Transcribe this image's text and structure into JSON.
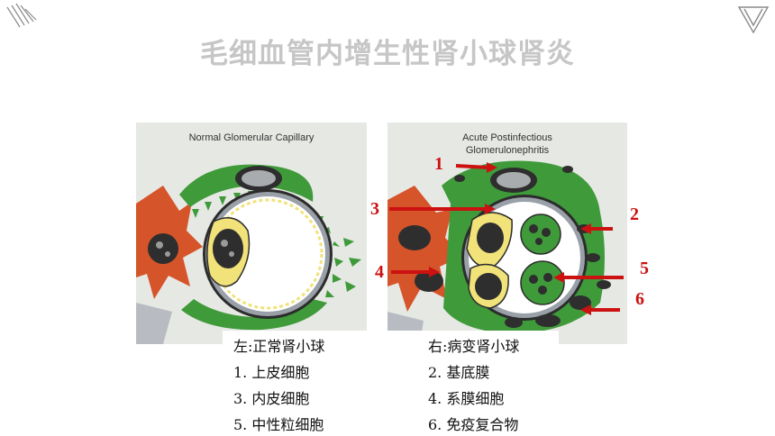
{
  "slide": {
    "title": "毛细血管内增生性肾小球肾炎"
  },
  "figure_left": {
    "caption_line1": "Normal Glomerular Capillary"
  },
  "figure_right": {
    "caption_line1": "Acute Postinfectious",
    "caption_line2": "Glomerulonephritis",
    "callouts": [
      "1",
      "2",
      "3",
      "4",
      "5",
      "6"
    ]
  },
  "legend": {
    "rows": [
      [
        "左:正常肾小球",
        "右:病变肾小球"
      ],
      [
        "1. 上皮细胞",
        "2. 基底膜"
      ],
      [
        "3. 内皮细胞",
        "4. 系膜细胞"
      ],
      [
        "5. 中性粒细胞",
        "6. 免疫复合物"
      ]
    ]
  },
  "colors": {
    "title": "#c6c6c6",
    "epithelium": "#3f9a3a",
    "mesangium": "#d6542a",
    "endothelium": "#f1e27a",
    "basement": "#9aa0a8",
    "arrow": "#cc1111"
  }
}
